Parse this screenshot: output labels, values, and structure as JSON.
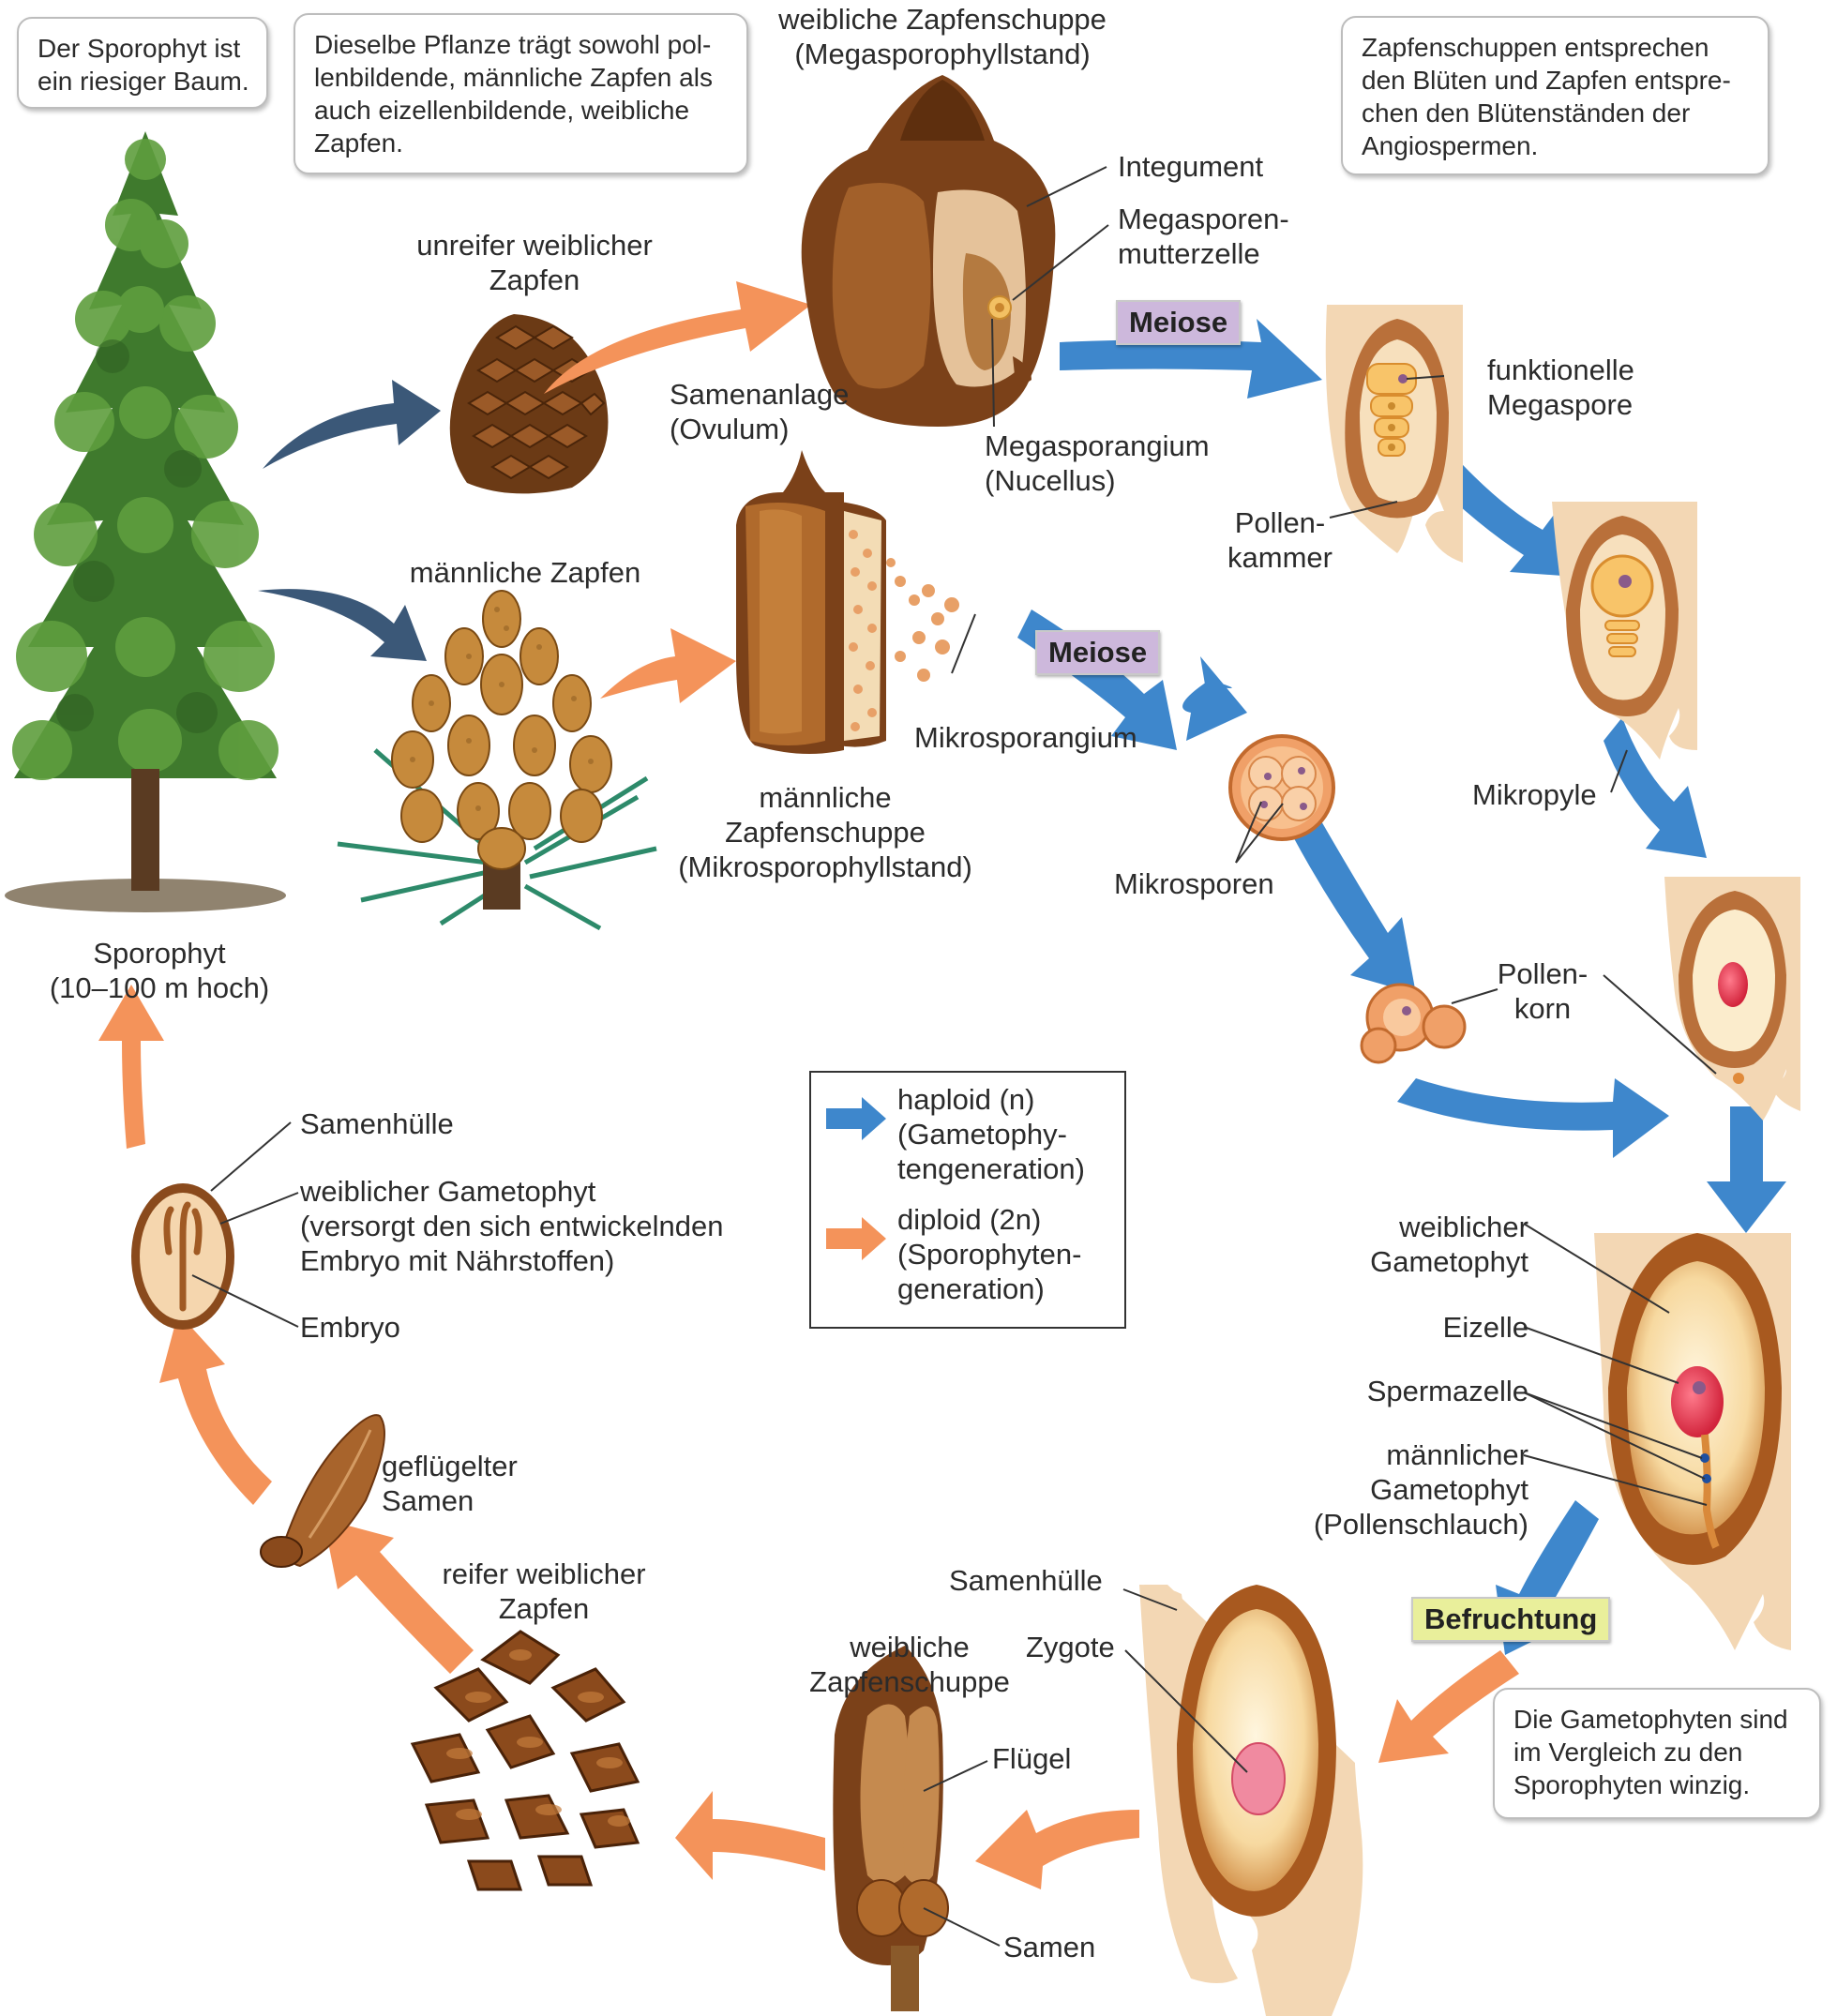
{
  "notes": {
    "sporophyt_tree": [
      "Der Sporophyt ist",
      "ein riesiger Baum."
    ],
    "same_plant": [
      "Dieselbe Pflanze trägt sowohl pol-",
      "lenbildende, männliche Zapfen als",
      "auch eizellenbildende, weibliche",
      "Zapfen."
    ],
    "cone_scales": [
      "Zapfenschuppen entsprechen",
      "den Blüten und Zapfen entspre-",
      "chen den Blütenständen der",
      "Angiospermen."
    ],
    "gametophytes_tiny": [
      "Die Gametophyten sind",
      "im Vergleich zu den",
      "Sporophyten winzig."
    ]
  },
  "labels": {
    "sporophyt": [
      "Sporophyt",
      "(10–100 m hoch)"
    ],
    "unreifer_zapfen": [
      "unreifer weiblicher",
      "Zapfen"
    ],
    "maennliche_zapfen": "männliche Zapfen",
    "weibliche_zapfenschuppe_top": [
      "weibliche Zapfenschuppe",
      "(Megasporophyllstand)"
    ],
    "integument": "Integument",
    "megasporenmutterzelle": [
      "Megasporen-",
      "mutterzelle"
    ],
    "samenanlage": [
      "Samenanlage",
      "(Ovulum)"
    ],
    "megasporangium": [
      "Megasporangium",
      "(Nucellus)"
    ],
    "funktionelle_megaspore": [
      "funktionelle",
      "Megaspore"
    ],
    "pollenkammer": [
      "Pollen-",
      "kammer"
    ],
    "mikropyle": "Mikropyle",
    "mikrosporangium": "Mikrosporangium",
    "maennliche_zapfenschuppe": [
      "männliche",
      "Zapfenschuppe",
      "(Mikrosporophyllstand)"
    ],
    "mikrosporen": "Mikrosporen",
    "pollenkorn": [
      "Pollen-",
      "korn"
    ],
    "weiblicher_gametophyt": [
      "weiblicher",
      "Gametophyt"
    ],
    "eizelle": "Eizelle",
    "spermazelle": "Spermazelle",
    "maennlicher_gametophyt": [
      "männlicher",
      "Gametophyt",
      "(Pollenschlauch)"
    ],
    "samenhuelle_right": "Samenhülle",
    "zygote": "Zygote",
    "weibliche_zapfenschuppe_bottom": [
      "weibliche",
      "Zapfenschuppe"
    ],
    "fluegel": "Flügel",
    "samen": "Samen",
    "reifer_zapfen": [
      "reifer weiblicher",
      "Zapfen"
    ],
    "gefluegelter_samen": [
      "geflügelter",
      "Samen"
    ],
    "samenhuelle_left": "Samenhülle",
    "weiblicher_gametophyt_left": [
      "weiblicher Gametophyt",
      "(versorgt den sich entwickelnden",
      "Embryo mit Nährstoffen)"
    ],
    "embryo": "Embryo"
  },
  "tags": {
    "meiose_1": "Meiose",
    "meiose_2": "Meiose",
    "befruchtung": "Befruchtung"
  },
  "legend": {
    "haploid": [
      "haploid (n)",
      "(Gametophy-",
      "tengeneration)"
    ],
    "diploid": [
      "diploid (2n)",
      "(Sporophyten-",
      "generation)"
    ]
  },
  "colors": {
    "haploid_arrow": "#3e87cc",
    "diploid_arrow": "#f4935a",
    "tree_arrow": "#3b5878",
    "meiose_bg": "#cdb8dc",
    "befruchtung_bg": "#e9ef9b"
  }
}
